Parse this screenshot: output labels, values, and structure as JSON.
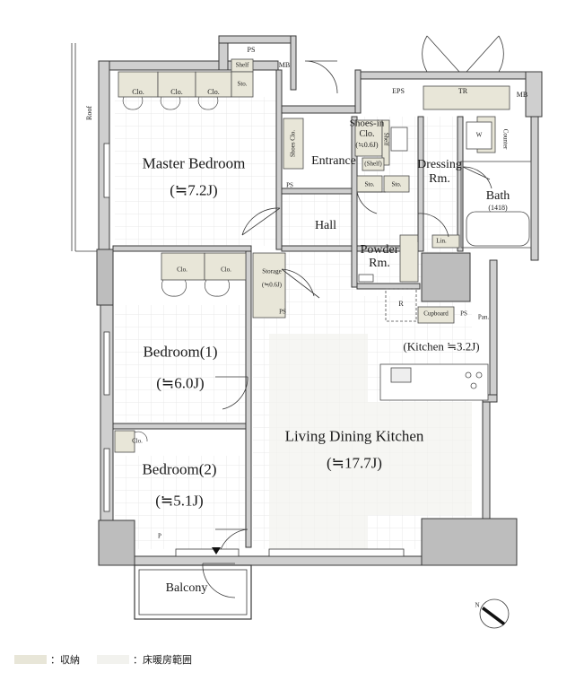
{
  "colors": {
    "wall": "#3a3a3a",
    "wall_fill": "#cfcfcf",
    "storage": "#e8e6d8",
    "heated": "#f2f2ee",
    "grid": "#e4e4e4",
    "line": "#4a4a4a"
  },
  "rooms": {
    "master_bedroom": {
      "name": "Master Bedroom",
      "size": "(≒7.2J)"
    },
    "bedroom1": {
      "name": "Bedroom(1)",
      "size": "(≒6.0J)"
    },
    "bedroom2": {
      "name": "Bedroom(2)",
      "size": "(≒5.1J)"
    },
    "ldk": {
      "name": "Living Dining Kitchen",
      "size": "(≒17.7J)"
    },
    "kitchen": "(Kitchen ≒3.2J)",
    "entrance": "Entrance",
    "hall": "Hall",
    "dressing": {
      "l1": "Dressing",
      "l2": "Rm."
    },
    "bath": {
      "name": "Bath",
      "size": "(1418)"
    },
    "powder": {
      "l1": "Powder",
      "l2": "Rm."
    },
    "balcony": "Balcony"
  },
  "small_labels": {
    "clo": "Clo.",
    "sto": "Sto.",
    "shelf": "Shelf",
    "shelf_paren": "(Shelf)",
    "ps": "PS",
    "mb": "MB",
    "eps": "EPS",
    "tr": "TR",
    "roof": "Roof",
    "shoes_clo": "Shoes Clo.",
    "shoes_in": "Shoes-in",
    "shoes_in_size": "(≒0.6J)",
    "storage": "Storage",
    "storage_size": "(≒0.6J)",
    "w": "W",
    "counter": "Counter",
    "lin": "Lin.",
    "r": "R",
    "cupboard": "Cupboard",
    "pan": "Pan.",
    "p": "P"
  },
  "compass": {
    "north": "N"
  },
  "legend": [
    {
      "label": "：収納",
      "color": "#e8e6d8"
    },
    {
      "label": "：床暖房範囲",
      "color": "#f2f2ee"
    }
  ]
}
